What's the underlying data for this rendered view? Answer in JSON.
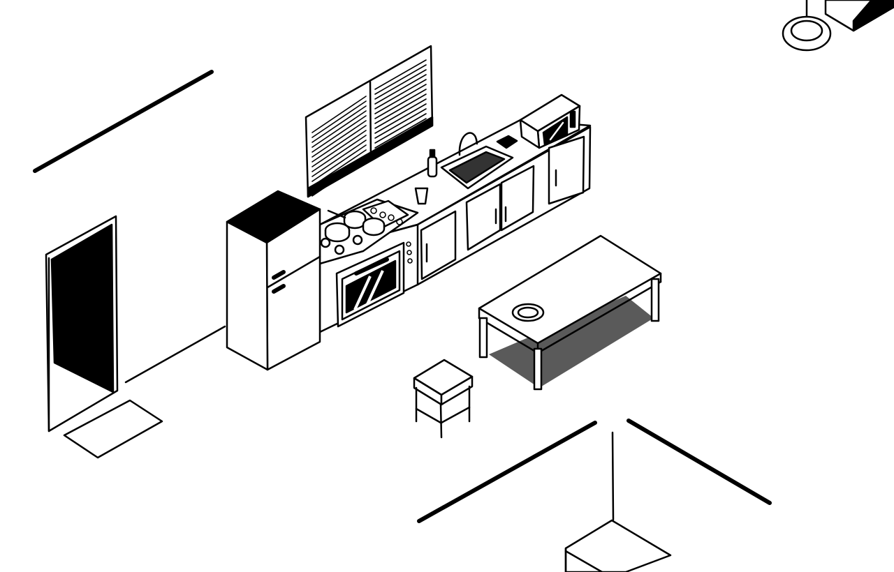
{
  "scene": {
    "background": "#ffffff",
    "ink": "#000000",
    "shadow": "#5a5a5a"
  },
  "objects": [
    {
      "name": "window-blinds",
      "icon": "blinds-icon"
    },
    {
      "name": "refrigerator",
      "icon": "fridge-icon"
    },
    {
      "name": "stove-with-pots",
      "icon": "pot-icon"
    },
    {
      "name": "oven",
      "icon": "oven-icon"
    },
    {
      "name": "sink",
      "icon": "faucet-icon"
    },
    {
      "name": "microwave",
      "icon": "microwave-icon"
    },
    {
      "name": "dining-table",
      "icon": "table-icon"
    },
    {
      "name": "stool",
      "icon": "stool-icon"
    },
    {
      "name": "doorway",
      "icon": "door-icon"
    },
    {
      "name": "doormat",
      "icon": "mat-icon"
    },
    {
      "name": "floor-lamp",
      "icon": "lamp-icon"
    }
  ]
}
